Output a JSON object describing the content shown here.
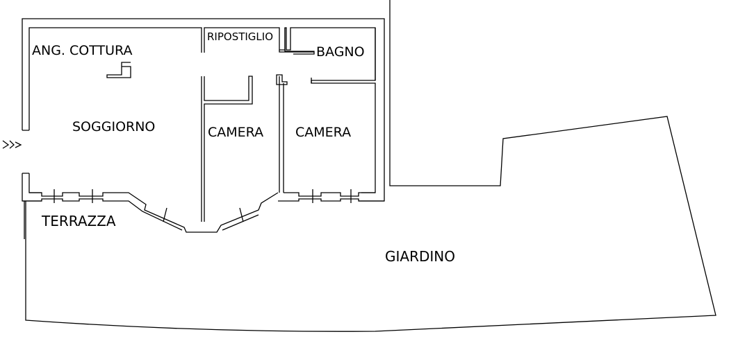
{
  "rooms": {
    "kitchen": "ANG. COTTURA",
    "storage": "RIPOSTIGLIO",
    "bathroom": "BAGNO",
    "living": "SOGGIORNO",
    "bedroom1": "CAMERA",
    "bedroom2": "CAMERA",
    "terrace": "TERRAZZA",
    "garden": "GIARDINO"
  },
  "colors": {
    "line": "#000000",
    "background": "#ffffff"
  }
}
